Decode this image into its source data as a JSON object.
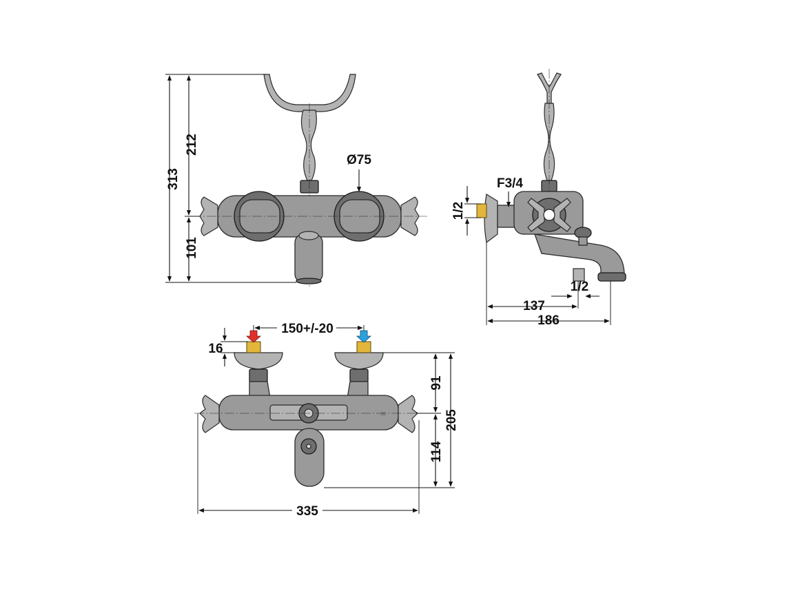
{
  "front_view": {
    "dim_total_height": "313",
    "dim_upper_height": "212",
    "dim_lower_height": "101",
    "dim_diameter": "Ø75"
  },
  "side_view": {
    "dim_wall_thread": "F3/4",
    "dim_inlet_thread": "1/2",
    "dim_outlet_thread": "1/2",
    "dim_depth_outlet": "137",
    "dim_depth_total": "186"
  },
  "bottom_view": {
    "dim_center_distance": "150+/-20",
    "dim_inlet_length": "16",
    "dim_upper_offset": "91",
    "dim_total_height": "205",
    "dim_lower_offset": "114",
    "dim_total_width": "335",
    "body_marking": "38"
  },
  "colors": {
    "hot_arrow": "#e0302a",
    "cold_arrow": "#2aa2dc",
    "brass_connector": "#e2b63b",
    "body_fill": "#9a9a9a"
  }
}
